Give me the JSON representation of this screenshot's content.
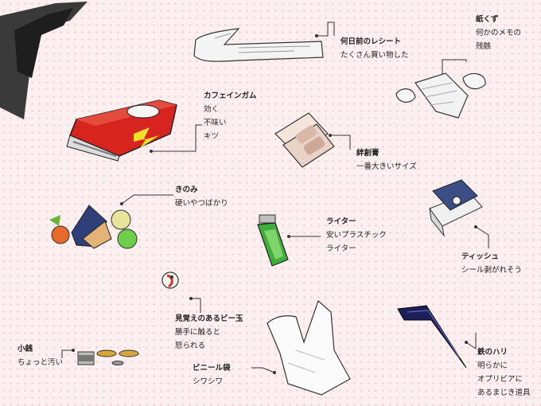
{
  "items": [
    {
      "key": "receipt",
      "title": "何日前のレシート",
      "desc": [
        "たくさん買い物した"
      ]
    },
    {
      "key": "paper",
      "title": "紙くず",
      "desc": [
        "何かのメモの",
        "残骸"
      ]
    },
    {
      "key": "gum",
      "title": "カフェインガム",
      "desc": [
        "効く",
        "不味い",
        "キツ"
      ]
    },
    {
      "key": "bandage",
      "title": "絆創膏",
      "desc": [
        "一番大きいサイズ"
      ]
    },
    {
      "key": "berries",
      "title": "きのみ",
      "desc": [
        "硬いやつばかり"
      ]
    },
    {
      "key": "lighter",
      "title": "ライター",
      "desc": [
        "安いプラスチック",
        "ライター"
      ]
    },
    {
      "key": "tissue",
      "title": "ティッシュ",
      "desc": [
        "シール剥がれそう"
      ]
    },
    {
      "key": "marble",
      "title": "見覚えのあるビー玉",
      "desc": [
        "勝手に触ると",
        "怒られる"
      ]
    },
    {
      "key": "coins",
      "title": "小銭",
      "desc": [
        "ちょっと汚い"
      ]
    },
    {
      "key": "bag",
      "title": "ビニール袋",
      "desc": [
        "シワシワ"
      ]
    },
    {
      "key": "needle",
      "title": "鉄のハリ",
      "desc": [
        "明らかに",
        "オプリビアに",
        "あるまじき道具"
      ]
    }
  ],
  "colors": {
    "background": "#fbeff0",
    "dots": "#f1cdd2",
    "gum_red": "#d8241f",
    "lighter_green": "#3fae3a"
  }
}
